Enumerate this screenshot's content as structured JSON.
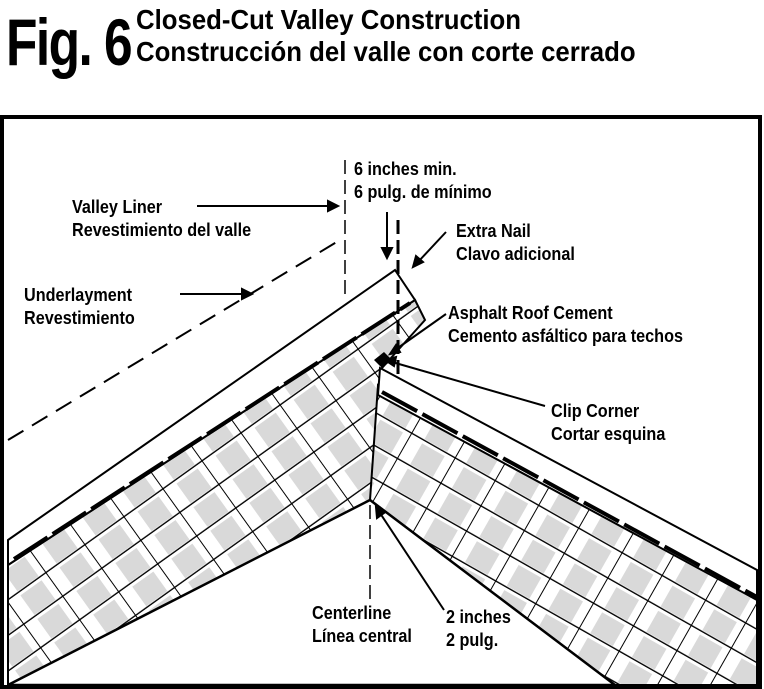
{
  "figure_number": "Fig. 6",
  "title_en": "Closed-Cut Valley Construction",
  "title_es": "Construcción del valle con corte cerrado",
  "labels": {
    "six_inches": {
      "en": "6 inches min.",
      "es": "6 pulg. de mínimo"
    },
    "valley_liner": {
      "en": "Valley Liner",
      "es": "Revestimiento del valle"
    },
    "extra_nail": {
      "en": "Extra Nail",
      "es": "Clavo adicional"
    },
    "underlayment": {
      "en": "Underlayment",
      "es": "Revestimiento"
    },
    "asphalt_cement": {
      "en": "Asphalt Roof Cement",
      "es": "Cemento asfáltico para techos"
    },
    "clip_corner": {
      "en": "Clip Corner",
      "es": "Cortar esquina"
    },
    "centerline": {
      "en": "Centerline",
      "es": "Línea central"
    },
    "two_inches": {
      "en": "2 inches",
      "es": "2 pulg."
    }
  },
  "colors": {
    "ink": "#000000",
    "shingle_grey": "#d9d9d9",
    "background": "#ffffff"
  }
}
